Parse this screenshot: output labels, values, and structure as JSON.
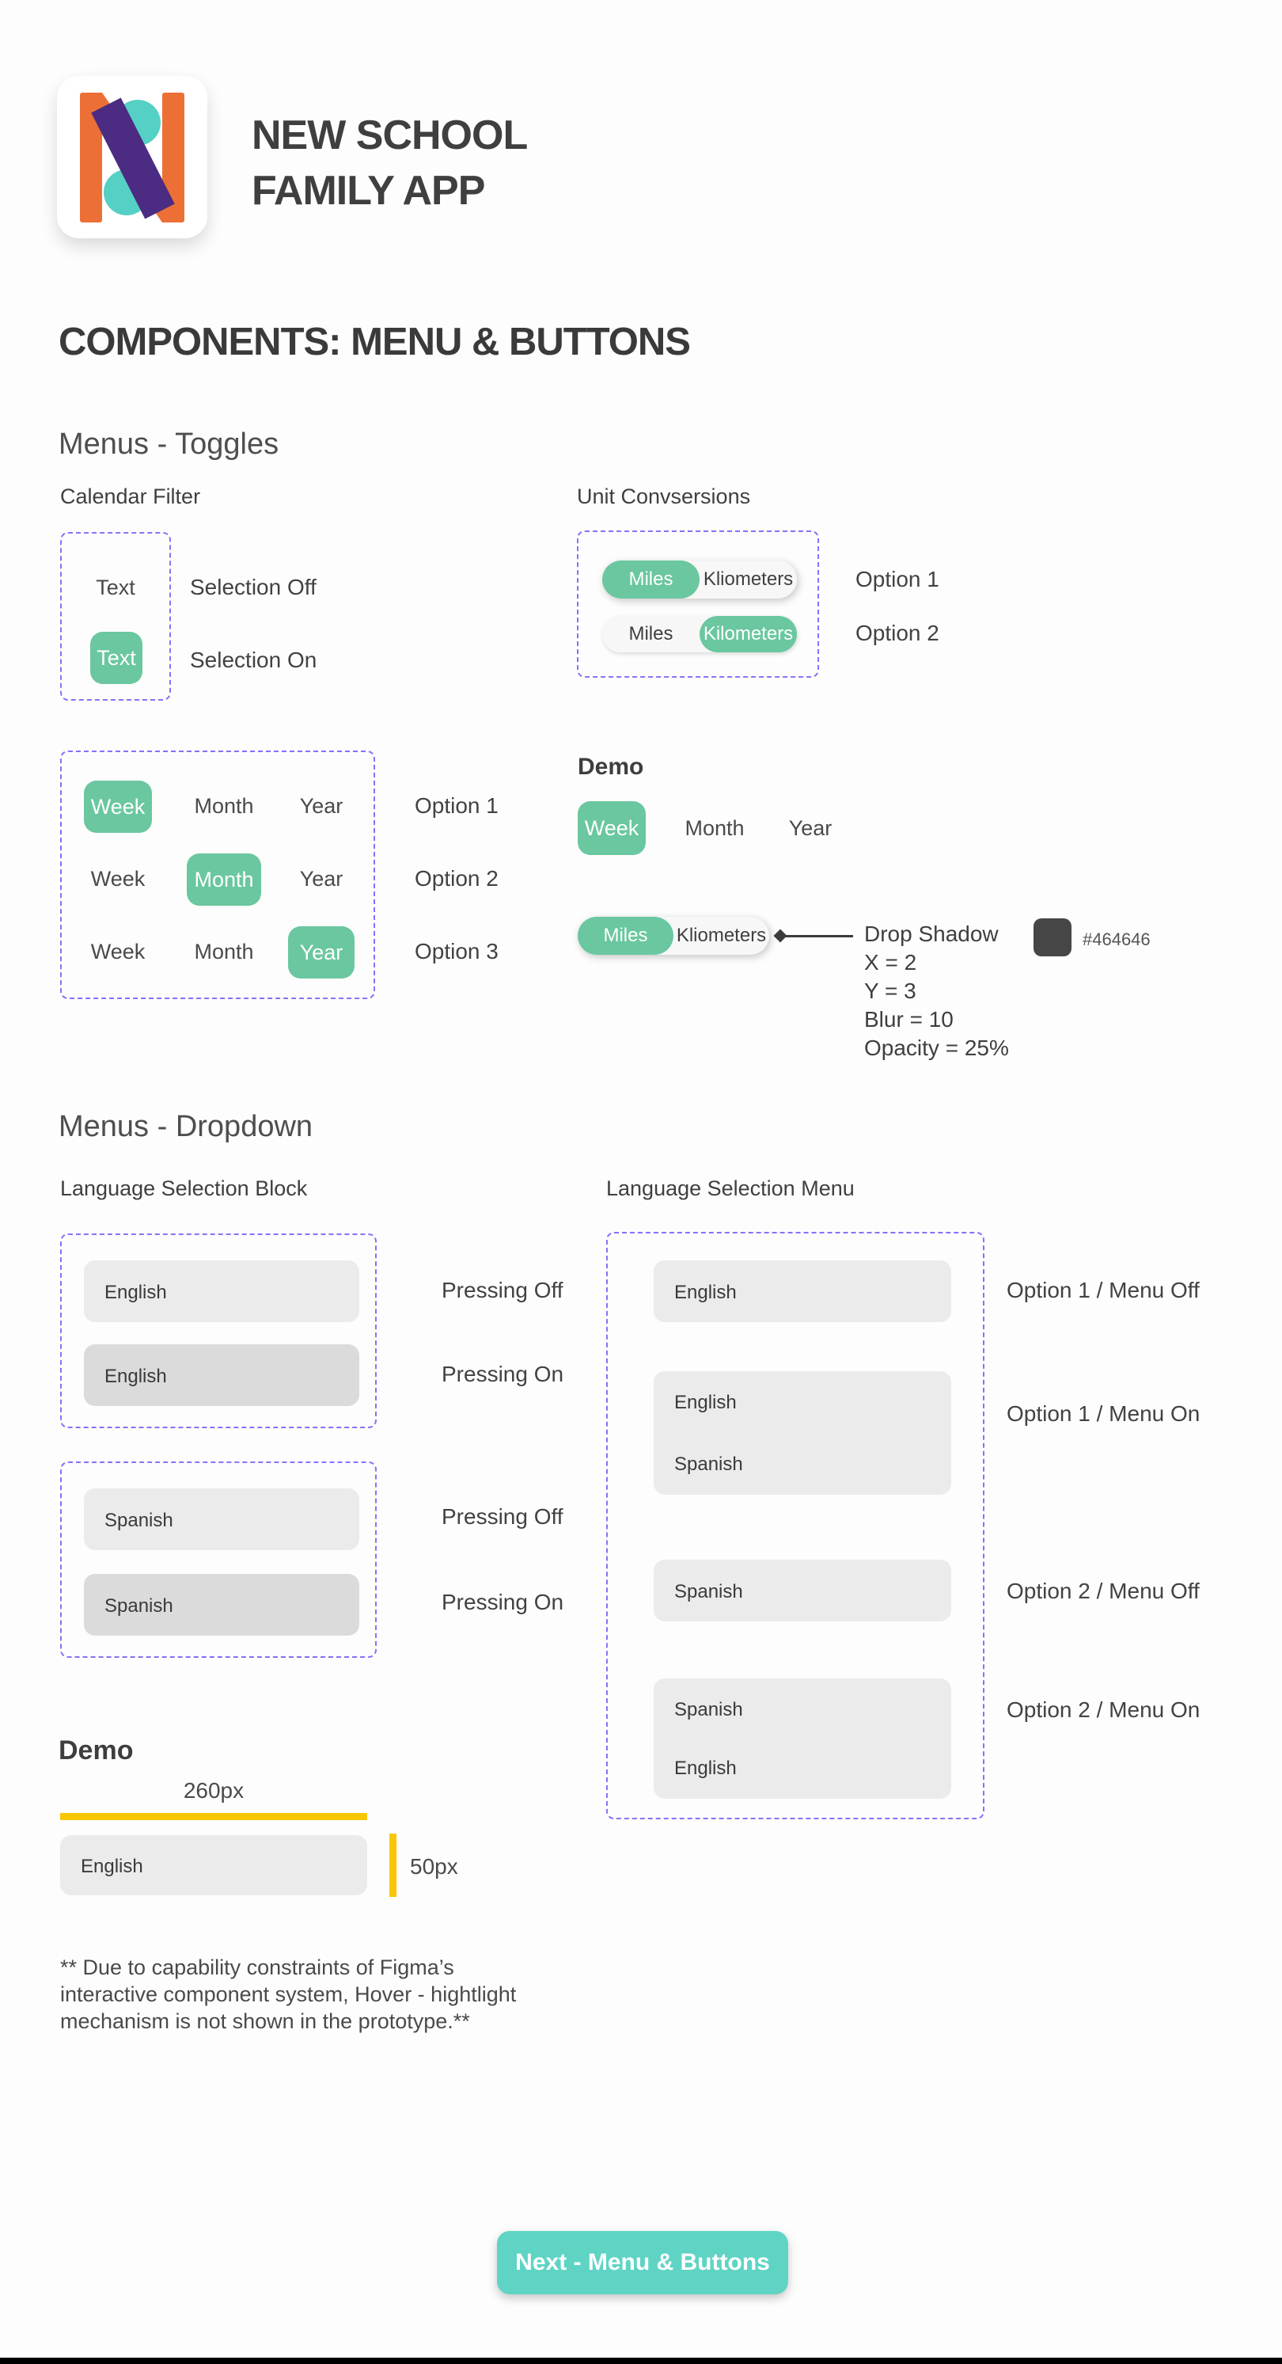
{
  "colors": {
    "green": "#6AC79F",
    "teal": "#5FD4C4",
    "dash": "#8473FA",
    "yellow": "#F9C606",
    "swatch": "#464646",
    "gray_light": "#EBEBEB",
    "gray_dark": "#DBDBDB",
    "pill": "#F7F7F7",
    "orange": "#EC7036",
    "logo_teal": "#55D0C5",
    "logo_purple": "#4B2C82"
  },
  "header": {
    "app_title_line1": "NEW SCHOOL",
    "app_title_line2": "FAMILY APP"
  },
  "page_title": "COMPONENTS: MENU & BUTTONS",
  "toggles": {
    "section_title": "Menus - Toggles",
    "calendar": {
      "label": "Calendar Filter",
      "off_text": "Text",
      "off_state": "Selection Off",
      "on_text": "Text",
      "on_state": "Selection On"
    },
    "units": {
      "label": "Unit Convsersions",
      "row1": {
        "left": "Miles",
        "right": "Kliometers",
        "state": "Option 1"
      },
      "row2": {
        "left": "Miles",
        "right": "Kilometers",
        "state": "Option 2"
      }
    },
    "wmy": {
      "row1": {
        "a": "Week",
        "b": "Month",
        "c": "Year",
        "state": "Option 1"
      },
      "row2": {
        "a": "Week",
        "b": "Month",
        "c": "Year",
        "state": "Option 2"
      },
      "row3": {
        "a": "Week",
        "b": "Month",
        "c": "Year",
        "state": "Option 3"
      }
    },
    "demo": {
      "title": "Demo",
      "a": "Week",
      "b": "Month",
      "c": "Year",
      "pill_left": "Miles",
      "pill_right": "Kliometers",
      "shadow_title": "Drop Shadow",
      "shadow_x": "X = 2",
      "shadow_y": "Y = 3",
      "shadow_blur": "Blur = 10",
      "shadow_opacity": "Opacity = 25%",
      "swatch_hex": "#464646"
    }
  },
  "dropdown": {
    "section_title": "Menus - Dropdown",
    "block_label": "Language Selection Block",
    "block1": {
      "item1": "English",
      "state1": "Pressing Off",
      "item2": "English",
      "state2": "Pressing On"
    },
    "block2": {
      "item1": "Spanish",
      "state1": "Pressing Off",
      "item2": "Spanish",
      "state2": "Pressing On"
    },
    "menu_label": "Language Selection Menu",
    "menu1": {
      "line1": "English",
      "state": "Option 1 / Menu Off"
    },
    "menu2": {
      "line1": "English",
      "line2": "Spanish",
      "state": "Option 1 / Menu On"
    },
    "menu3": {
      "line1": "Spanish",
      "state": "Option 2 / Menu Off"
    },
    "menu4": {
      "line1": "Spanish",
      "line2": "English",
      "state": "Option 2 / Menu On"
    },
    "demo": {
      "title": "Demo",
      "width_label": "260px",
      "item": "English",
      "height_label": "50px"
    }
  },
  "footnote": {
    "line1": "** Due to capability constraints of Figma’s",
    "line2": "interactive component system, Hover - hightlight",
    "line3": "mechanism is not shown in the prototype.**"
  },
  "footer": {
    "next_button": "Next - Menu & Buttons"
  }
}
